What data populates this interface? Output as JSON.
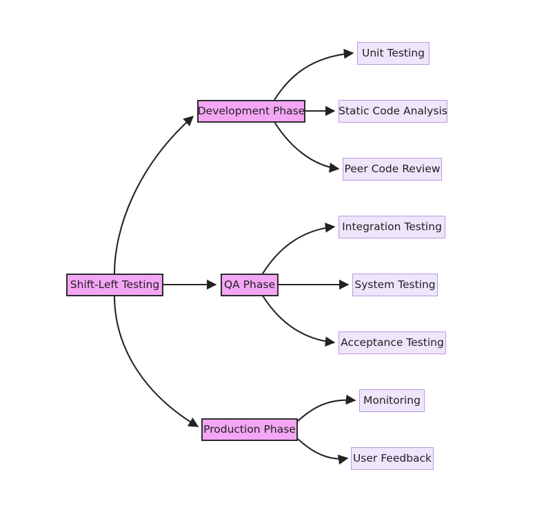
{
  "diagram": {
    "type": "flowchart",
    "direction": "left-to-right",
    "background": "#ffffff",
    "palette": {
      "root_fill": "#f4a6f4",
      "root_stroke": "#2b2b2b",
      "phase_fill": "#f4a6f4",
      "phase_stroke": "#2b2b2b",
      "leaf_fill": "#eee6fb",
      "leaf_stroke": "#b99ae0",
      "edge_stroke": "#232323",
      "text": "#1f1f1f"
    },
    "nodes": {
      "root": {
        "label": "Shift-Left Testing"
      },
      "development": {
        "label": "Development Phase"
      },
      "qa": {
        "label": "QA Phase"
      },
      "production": {
        "label": "Production Phase"
      },
      "unit_testing": {
        "label": "Unit Testing"
      },
      "static_code_analysis": {
        "label": "Static Code Analysis"
      },
      "peer_code_review": {
        "label": "Peer Code Review"
      },
      "integration_testing": {
        "label": "Integration Testing"
      },
      "system_testing": {
        "label": "System Testing"
      },
      "acceptance_testing": {
        "label": "Acceptance Testing"
      },
      "monitoring": {
        "label": "Monitoring"
      },
      "user_feedback": {
        "label": "User Feedback"
      }
    },
    "edges": [
      {
        "from": "Shift-Left Testing",
        "to": "Development Phase"
      },
      {
        "from": "Shift-Left Testing",
        "to": "QA Phase"
      },
      {
        "from": "Shift-Left Testing",
        "to": "Production Phase"
      },
      {
        "from": "Development Phase",
        "to": "Unit Testing"
      },
      {
        "from": "Development Phase",
        "to": "Static Code Analysis"
      },
      {
        "from": "Development Phase",
        "to": "Peer Code Review"
      },
      {
        "from": "QA Phase",
        "to": "Integration Testing"
      },
      {
        "from": "QA Phase",
        "to": "System Testing"
      },
      {
        "from": "QA Phase",
        "to": "Acceptance Testing"
      },
      {
        "from": "Production Phase",
        "to": "Monitoring"
      },
      {
        "from": "Production Phase",
        "to": "User Feedback"
      }
    ]
  }
}
